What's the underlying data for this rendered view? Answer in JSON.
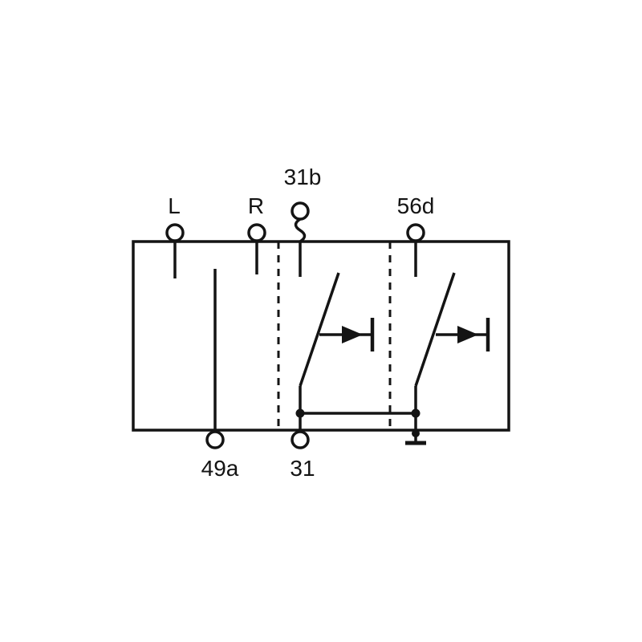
{
  "diagram": {
    "kind": "switch-relay-circuit-schematic",
    "colors": {
      "ink": "#141414",
      "background": "#ffffff"
    },
    "terminal_labels": {
      "L": "L",
      "R": "R",
      "31b": "31b",
      "56d": "56d",
      "49a": "49a",
      "31": "31"
    }
  }
}
